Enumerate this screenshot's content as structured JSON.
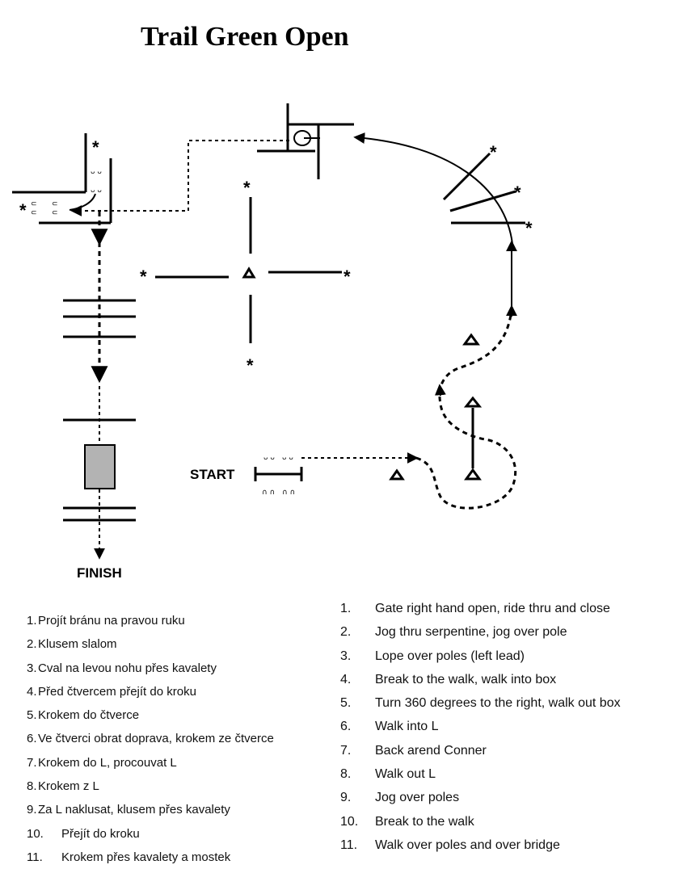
{
  "title": "Trail Green Open",
  "labels": {
    "start": "START",
    "finish": "FINISH"
  },
  "marker_symbol": "*",
  "instructions_cz": [
    {
      "num": "1.",
      "text": "Projít bránu na pravou ruku"
    },
    {
      "num": "2.",
      "text": "Klusem slalom"
    },
    {
      "num": "3.",
      "text": "Cval na levou nohu přes kavalety"
    },
    {
      "num": "4.",
      "text": "Před čtvercem přejít do kroku"
    },
    {
      "num": "5.",
      "text": "Krokem do čtverce"
    },
    {
      "num": "6.",
      "text": "Ve čtverci obrat doprava, krokem ze čtverce"
    },
    {
      "num": "7.",
      "text": "Krokem do L, procouvat L"
    },
    {
      "num": "8.",
      "text": "Krokem z L"
    },
    {
      "num": "9.",
      "text": "Za L naklusat, klusem přes kavalety"
    },
    {
      "num": "10.",
      "text": "Přejít do kroku"
    },
    {
      "num": "11.",
      "text": "Krokem přes kavalety a mostek"
    }
  ],
  "instructions_en": [
    {
      "num": "1.",
      "text": "Gate right hand open, ride thru and close"
    },
    {
      "num": "2.",
      "text": "Jog thru serpentine, jog over pole"
    },
    {
      "num": "3.",
      "text": "Lope over poles (left lead)"
    },
    {
      "num": "4.",
      "text": "Break to the walk, walk into box"
    },
    {
      "num": "5.",
      "text": "Turn 360 degrees to the right, walk out box"
    },
    {
      "num": "6.",
      "text": "Walk into L"
    },
    {
      "num": "7.",
      "text": "Back arend Conner"
    },
    {
      "num": "8.",
      "text": "Walk out L"
    },
    {
      "num": "9.",
      "text": "Jog over poles"
    },
    {
      "num": "10.",
      "text": "Break to the walk"
    },
    {
      "num": "11.",
      "text": "Walk over poles and over bridge"
    }
  ]
}
